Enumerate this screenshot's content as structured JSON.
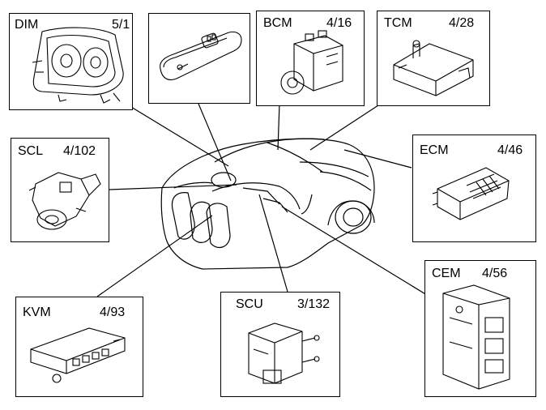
{
  "diagram": {
    "line_color": "#000000",
    "modules": [
      {
        "key": "dim",
        "name": "DIM",
        "ref": "5/1",
        "icon": "instrument-cluster-icon"
      },
      {
        "key": "key",
        "name": "",
        "ref": "",
        "icon": "remote-key-fob-icon"
      },
      {
        "key": "bcm",
        "name": "BCM",
        "ref": "4/16",
        "icon": "brake-control-module-icon"
      },
      {
        "key": "tcm",
        "name": "TCM",
        "ref": "4/28",
        "icon": "transmission-control-module-icon"
      },
      {
        "key": "scl",
        "name": "SCL",
        "ref": "4/102",
        "icon": "steering-column-lock-icon"
      },
      {
        "key": "ecm",
        "name": "ECM",
        "ref": "4/46",
        "icon": "engine-control-module-icon"
      },
      {
        "key": "kvm",
        "name": "KVM",
        "ref": "4/93",
        "icon": "keyless-vehicle-module-icon"
      },
      {
        "key": "scu",
        "name": "SCU",
        "ref": "3/132",
        "icon": "start-control-unit-icon"
      },
      {
        "key": "cem",
        "name": "CEM",
        "ref": "4/56",
        "icon": "central-electronic-module-icon"
      }
    ]
  }
}
